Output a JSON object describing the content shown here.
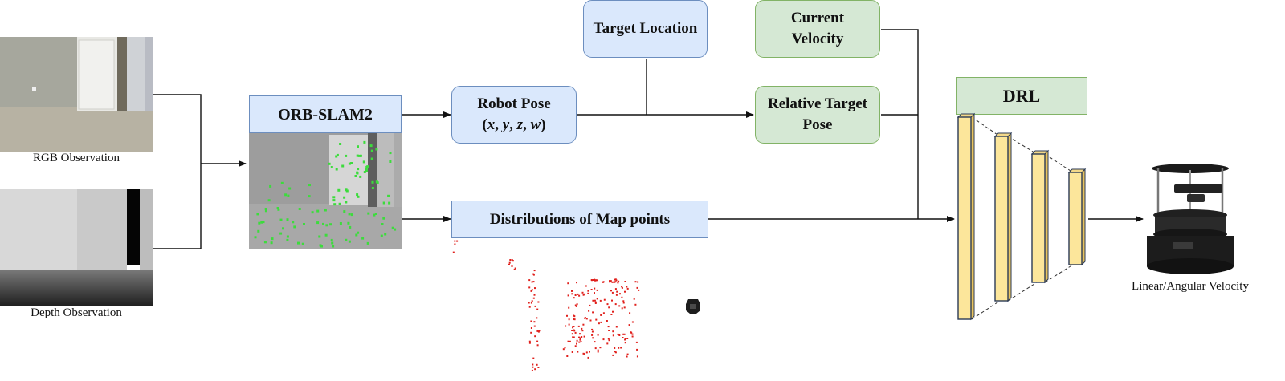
{
  "inputs": {
    "rgb_caption": "RGB Observation",
    "depth_caption": "Depth Observation"
  },
  "orb": {
    "title": "ORB-SLAM2"
  },
  "robot_pose": {
    "title": "Robot Pose",
    "paren_open": "(",
    "x": "x",
    "y": "y",
    "z": "z",
    "w": "w",
    "sep": ", ",
    "paren_close": ")"
  },
  "target_location": {
    "label": "Target Location"
  },
  "current_velocity": {
    "label": "Current Velocity"
  },
  "relative_target_pose": {
    "label": "Relative Target Pose"
  },
  "map_points": {
    "label": "Distributions of Map points"
  },
  "drl": {
    "label": "DRL"
  },
  "output": {
    "caption": "Linear/Angular Velocity"
  },
  "colors": {
    "blue_fill": "#dae8fc",
    "blue_border": "#6c8ebf",
    "green_fill": "#d5e8d4",
    "green_border": "#82b366",
    "layer_fill": "#fce69b",
    "map_point": "#e0201c",
    "slam_feature": "#3cdc3c"
  },
  "icons": [
    "rgb-image",
    "depth-image",
    "slam-feature-image",
    "map-point-cloud",
    "robot-marker-icon",
    "neural-network-icon",
    "turtlebot-robot-icon"
  ]
}
